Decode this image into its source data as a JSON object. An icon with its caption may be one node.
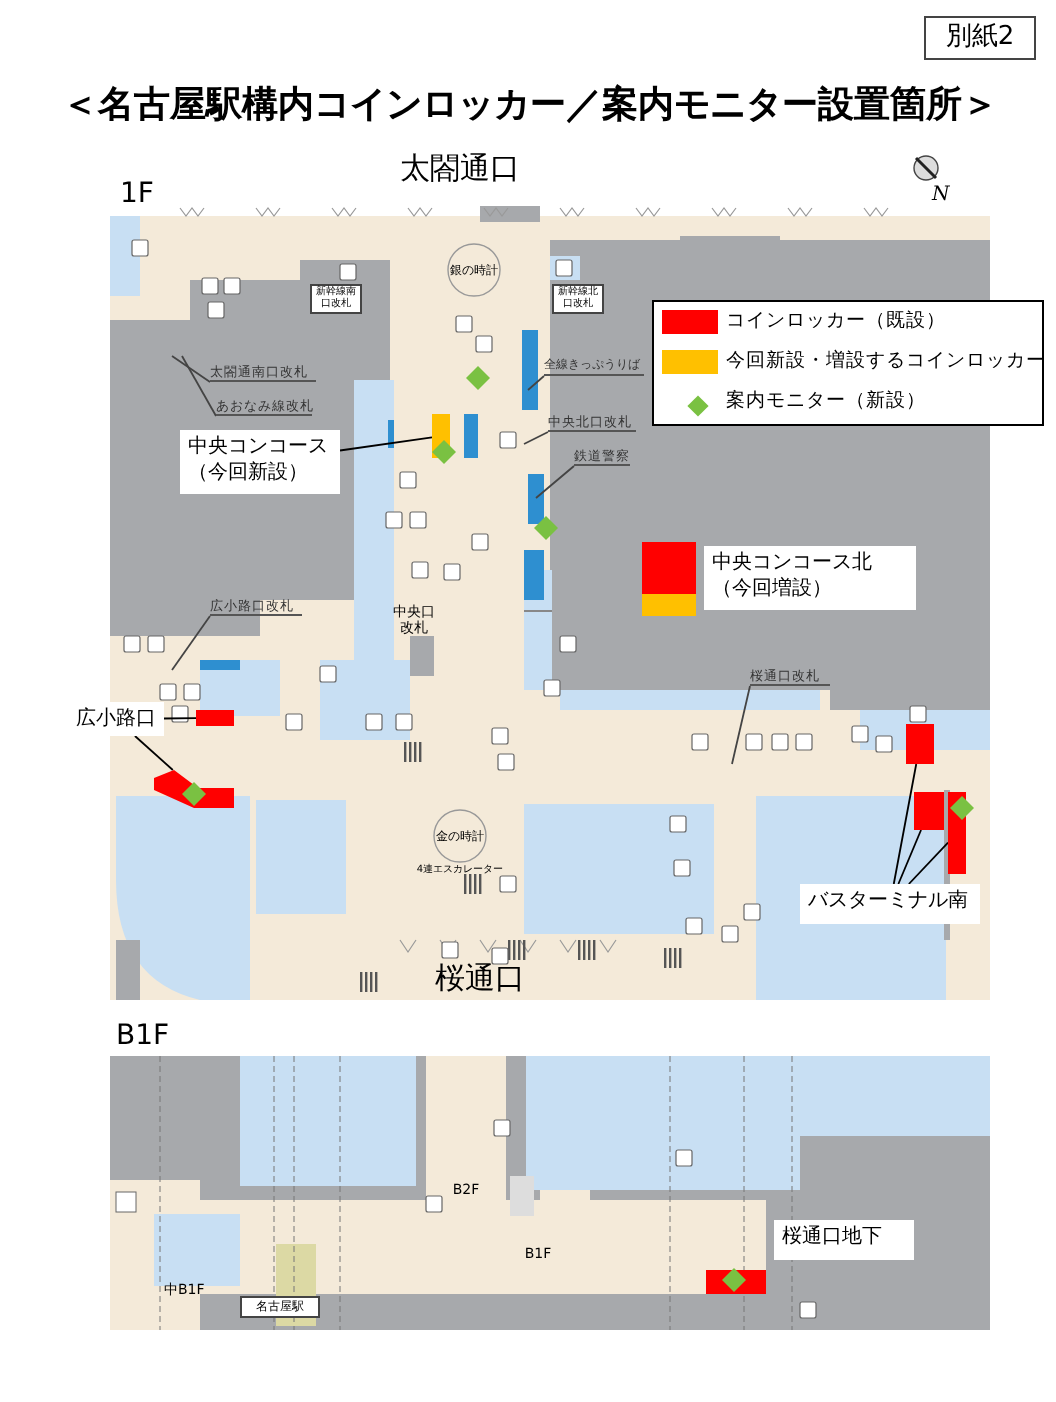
{
  "diagram": {
    "title": "＜名古屋駅構内コインロッカー／案内モニター設置箇所＞",
    "nodes": [
      {
        "text": [
          "中央コンコース（今回新設）"
        ]
      },
      {
        "text": [],
        "shape": "box"
      },
      {
        "text": [
          "中央コンコース北（今回増設）"
        ]
      },
      {
        "text": [],
        "shape": "box"
      },
      {
        "text": [
          "広小路口"
        ]
      },
      {
        "text": [],
        "shape": "box"
      },
      {
        "text": [],
        "shape": "box"
      },
      {
        "text": [
          "バスターミナル南"
        ]
      },
      {
        "text": [],
        "shape": "box"
      },
      {
        "text": [],
        "shape": "box"
      },
      {
        "text": [],
        "shape": "box"
      },
      {
        "text": [
          "桜通口地下"
        ]
      },
      {
        "text": [],
        "shape": "box"
      },
      {
        "text": [
          "太閤通南口改札"
        ]
      },
      {
        "text": [
          "あおなみ線改札"
        ]
      },
      {
        "text": [
          "全線きっぷうりば"
        ]
      },
      {
        "text": [
          "中央北口改札"
        ]
      },
      {
        "text": [
          "鉄道警察"
        ]
      },
      {
        "text": [
          "広小路口改札"
        ]
      },
      {
        "text": [
          "桜通口改札"
        ]
      }
    ],
    "edges": [
      {
        "from": 0,
        "to": 1,
        "arrow": "none"
      },
      {
        "from": 4,
        "to": 5,
        "arrow": "none"
      },
      {
        "from": 4,
        "to": 6,
        "arrow": "none"
      },
      {
        "from": 7,
        "to": 8,
        "arrow": "none"
      },
      {
        "from": 7,
        "to": 9,
        "arrow": "none"
      },
      {
        "from": 7,
        "to": 10,
        "arrow": "none"
      },
      {
        "from": 13,
        "to": null,
        "arrow": "none"
      },
      {
        "from": 14,
        "to": null,
        "arrow": "none"
      },
      {
        "from": 15,
        "to": null,
        "arrow": "none"
      },
      {
        "from": 16,
        "to": null,
        "arrow": "none"
      },
      {
        "from": 17,
        "to": null,
        "arrow": "none"
      },
      {
        "from": 18,
        "to": null,
        "arrow": "none"
      },
      {
        "from": 19,
        "to": null,
        "arrow": "none"
      }
    ],
    "labels": [
      "別紙2",
      "太閤通口",
      "1F",
      "N",
      "銀の時計",
      "新幹線南口改札",
      "新幹線北口改札",
      "中央口改札",
      "金の時計",
      "4連エスカレーター",
      "桜通口",
      "B1F",
      "B2F",
      "B1F",
      "中B1F",
      "名古屋駅"
    ],
    "legend": [
      {
        "text": "コインロッカー（既設）",
        "color": "#ff0000"
      },
      {
        "text": "今回新設・増設するコインロッカー",
        "color": "#ffc000"
      },
      {
        "text": "案内モニター（新設）"
      }
    ]
  }
}
